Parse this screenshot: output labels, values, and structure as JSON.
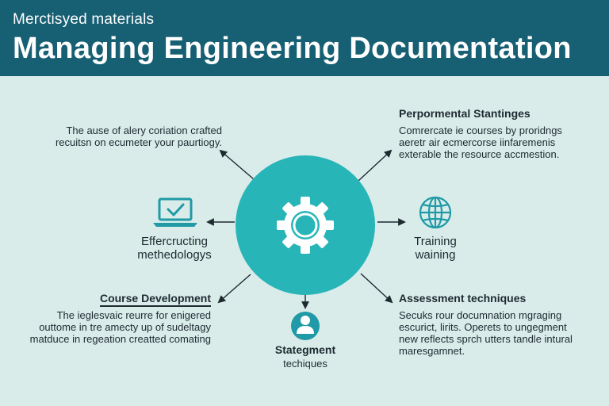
{
  "header": {
    "subtitle": "Merctisyed materials",
    "title": "Managing Engineering Documentation"
  },
  "center": {
    "icon": "gear-icon"
  },
  "nodes": {
    "top_left": {
      "line1": "The ause of alery coriation crafted",
      "line2": "recuitsn on ecumeter your paurtiogy."
    },
    "top_right": {
      "heading": "Perpormental Stantinges",
      "line1": "Comrercate ie courses by proridngs",
      "line2": "aeretr air ecmercorse iinfaremenis",
      "line3": "exterable the resource accmestion."
    },
    "left": {
      "icon": "laptop-check-icon",
      "line1": "Effercructing",
      "line2": "methedologys"
    },
    "right": {
      "icon": "globe-icon",
      "line1": "Training",
      "line2": "waining"
    },
    "bottom_left": {
      "heading": "Course Development",
      "line1": "The ieglesvaic reurre for enigered",
      "line2": "outtome in tre amecty up of sudeltagy",
      "line3": "matduce in regeation creatted comating"
    },
    "bottom": {
      "icon": "person-icon",
      "line1": "Stategment",
      "line2": "techiques"
    },
    "bottom_right": {
      "heading": "Assessment techniques",
      "line1": "Secuks rour documnation mgraging",
      "line2": "escurict, lirits. Operets to ungegment",
      "line3": "new reflects sprch utters tandle intural",
      "line4": "maresgamnet."
    }
  },
  "colors": {
    "header_bg": "#175f73",
    "page_bg": "#d9ecea",
    "circle": "#27b5b8",
    "icon_teal": "#1f9aa6",
    "text": "#1e2a30"
  }
}
